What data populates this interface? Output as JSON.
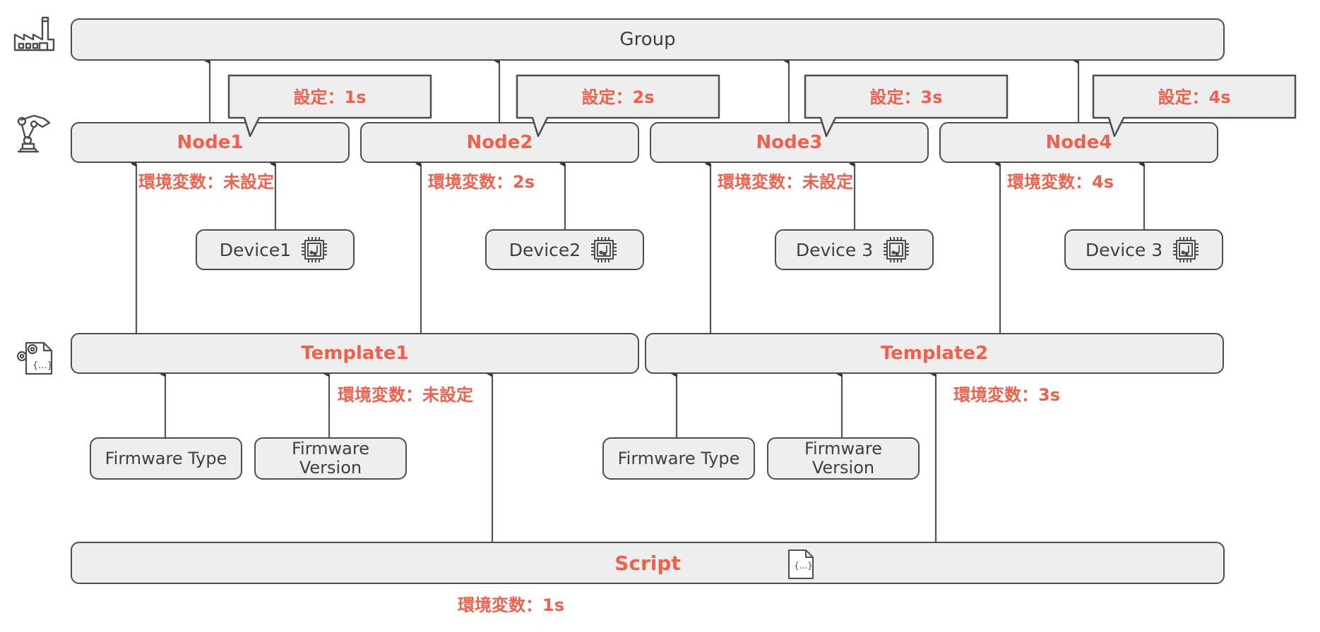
{
  "diagram": {
    "title": "Group / Node / Device / Template / Script hierarchy",
    "colors": {
      "accent_red": "#f0604d",
      "box_fill": "#eeeeee",
      "box_border": "#4d4d4d",
      "text_gray": "#3f3f3f",
      "background": "#ffffff"
    }
  },
  "row_icons": {
    "group": "factory-icon",
    "node": "robot-arm-icon",
    "template": "gear-document-icon",
    "script": "script-document-icon"
  },
  "group": {
    "label": "Group"
  },
  "nodes": [
    {
      "label": "Node1",
      "callout": "設定：1s",
      "env": "環境変数：未設定"
    },
    {
      "label": "Node2",
      "callout": "設定：2s",
      "env": "環境変数：2s"
    },
    {
      "label": "Node3",
      "callout": "設定：3s",
      "env": "環境変数：未設定"
    },
    {
      "label": "Node4",
      "callout": "設定：4s",
      "env": "環境変数：4s"
    }
  ],
  "devices": [
    {
      "label": "Device1",
      "icon": "microchip-icon"
    },
    {
      "label": "Device2",
      "icon": "microchip-icon"
    },
    {
      "label": "Device 3",
      "icon": "microchip-icon"
    },
    {
      "label": "Device 3",
      "icon": "microchip-icon"
    }
  ],
  "templates": [
    {
      "label": "Template1",
      "env": "環境変数：未設定"
    },
    {
      "label": "Template2",
      "env": "環境変数：3s"
    }
  ],
  "firmware": [
    {
      "label": "Firmware Type",
      "lines": [
        "Firmware Type"
      ]
    },
    {
      "label": "Firmware Version",
      "lines": [
        "Firmware",
        "Version"
      ]
    },
    {
      "label": "Firmware Type",
      "lines": [
        "Firmware Type"
      ]
    },
    {
      "label": "Firmware Version",
      "lines": [
        "Firmware",
        "Version"
      ]
    }
  ],
  "script": {
    "label": "Script",
    "icon": "script-document-icon",
    "env": "環境変数：1s"
  }
}
